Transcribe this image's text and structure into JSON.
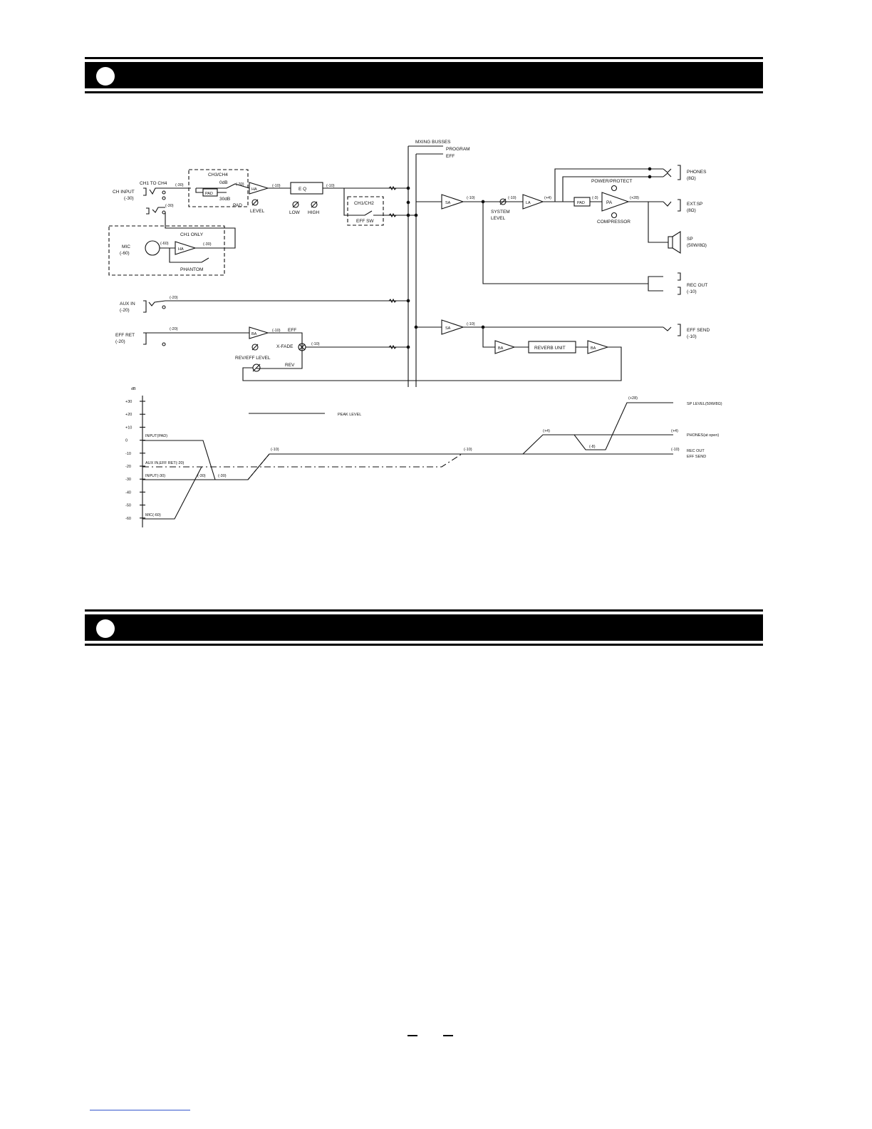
{
  "sections": [
    {
      "title": ""
    },
    {
      "title": ""
    }
  ],
  "diagram": {
    "busses": {
      "title": "MXING BUSSES",
      "program": "PROGRAM",
      "eff": "EFF"
    },
    "ch_input": {
      "label": "CH INPUT",
      "level": "(-30)",
      "ch1_to_ch4": "CH1 TO CH4",
      "lvl_a": "(-30)",
      "lvl_b": "(-30)"
    },
    "pad_block": {
      "title": "CH3/CH4",
      "pad": "PAD",
      "odb": "0dB",
      "db30": "30dB",
      "pad_label": "PAD",
      "lvl": "(-30)"
    },
    "ha": {
      "label": "HA",
      "out": "(-10)",
      "level": "LEVEL"
    },
    "eq": {
      "label": "E Q",
      "out": "(-10)",
      "low": "LOW",
      "high": "HIGH"
    },
    "ch1ch2": {
      "title": "CH1/CH2",
      "sw": "EFF SW"
    },
    "mic": {
      "label": "MIC",
      "level": "(-60)",
      "ch1only": "CH1 ONLY",
      "in": "(-60)",
      "ha": "HA",
      "out": "(-30)",
      "phantom": "PHANTOM"
    },
    "aux": {
      "label": "AUX IN",
      "level": "(-20)",
      "lvl": "(-20)"
    },
    "effret": {
      "label": "EFF RET",
      "level": "(-20)",
      "lvl": "(-20)",
      "ba": "BA",
      "ba_out": "(-10)",
      "eff": "EFF",
      "xfade": "X-FADE",
      "xfade_out": "(-10)",
      "reveff": "REV/EFF LEVEL",
      "rev": "REV"
    },
    "sa1": {
      "label": "SA",
      "out": "(-10)",
      "sys": "SYSTEM",
      "lvl": "LEVEL",
      "vol_out": "(-10)",
      "la": "LA",
      "la_out": "(+4)"
    },
    "power": {
      "label": "POWER/PROTECT",
      "pad": "PAD",
      "pad_out": "(-3)",
      "pa": "PA",
      "pa_out": "(+28)",
      "comp": "COMPRESSOR"
    },
    "outputs": {
      "phones": "PHONES",
      "phones_imp": "(8Ω)",
      "extsp": "EXT.SP",
      "extsp_imp": "(8Ω)",
      "sp": "SP",
      "sp_rating": "(50W/8Ω)",
      "rec": "REC OUT",
      "rec_lvl": "(-10)",
      "effsend": "EFF SEND",
      "effsend_lvl": "(-10)"
    },
    "sa2": {
      "label": "SA",
      "out": "(-10)",
      "ba1": "BA",
      "reverb": "REVERB UNIT",
      "ba2": "BA"
    }
  },
  "level_chart": {
    "y_unit": "dB",
    "y_ticks": [
      "+30",
      "+20",
      "+10",
      "0",
      "-10",
      "-20",
      "-30",
      "-40",
      "-50",
      "-60"
    ],
    "legend": "PEAK LEVEL",
    "annotations": {
      "input_pad": "INPUT(PAD)",
      "aux_effret": "AUX IN,EFF RET(-20)",
      "input_30": "INPUT(-30)",
      "mic_60": "MIC(-60)",
      "a1": "(-30)",
      "a2": "(-30)",
      "a3": "(-10)",
      "a4": "(-10)",
      "a5": "(+4)",
      "a6": "(-8)",
      "a7": "(+28)",
      "a8": "(+4)",
      "a9": "(-10)"
    },
    "right_labels": {
      "sp": "SP LEVEL(50W/8Ω)",
      "phones": "PHONES(at open)",
      "rec": "REC OUT",
      "eff": "EFF SEND"
    }
  },
  "colors": {
    "ink": "#111111",
    "bar": "#000000",
    "footer_rule": "#3355cc"
  }
}
